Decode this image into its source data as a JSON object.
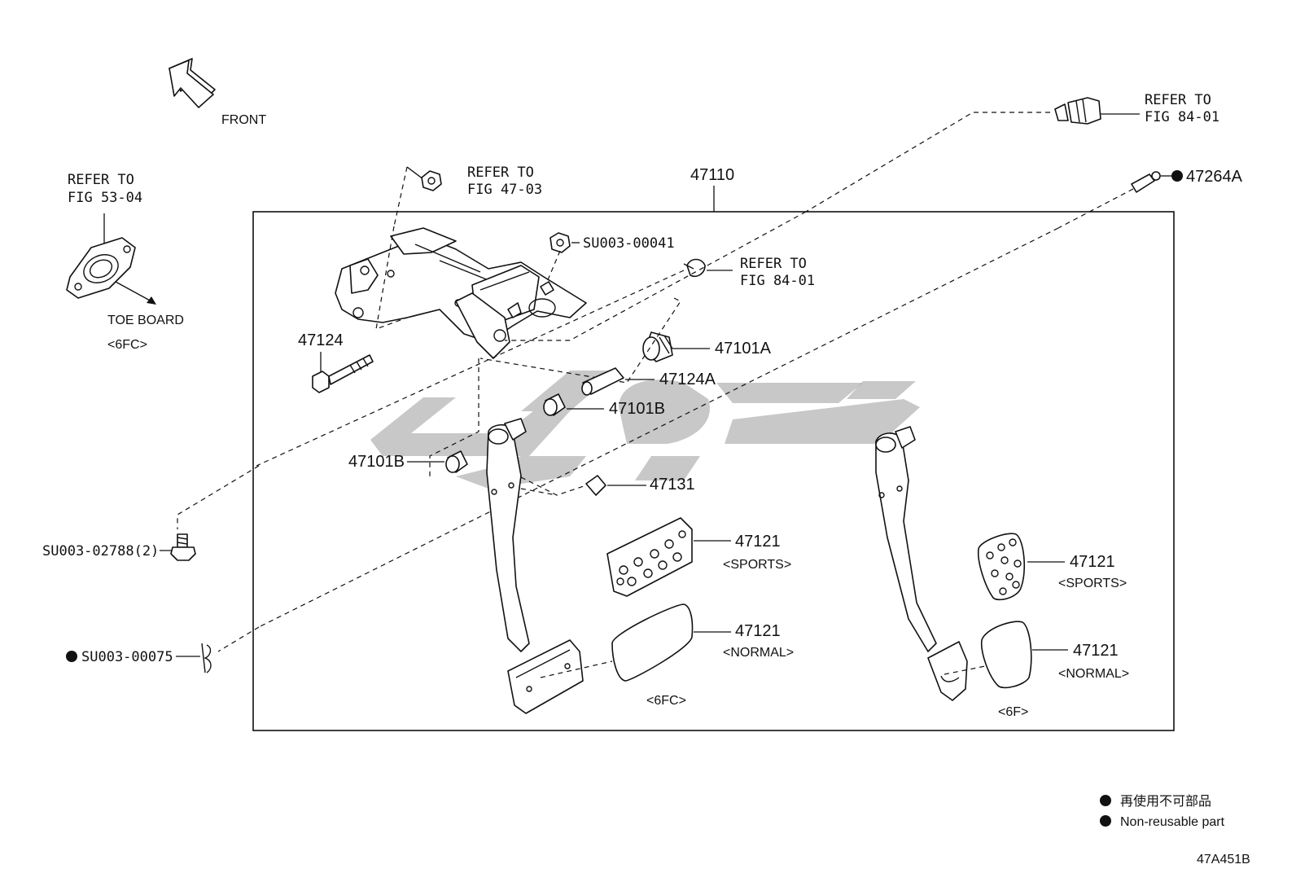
{
  "front_label": "FRONT",
  "refs": {
    "fig_53_04": [
      "REFER TO",
      "FIG 53-04"
    ],
    "fig_47_03": [
      "REFER TO",
      "FIG 47-03"
    ],
    "fig_84_01_top": [
      "REFER TO",
      "FIG 84-01"
    ],
    "fig_84_01_mid": [
      "REFER TO",
      "FIG 84-01"
    ]
  },
  "toe_board": {
    "label": "TOE BOARD",
    "variant": "<6FC>"
  },
  "assembly_number": "47110",
  "parts": {
    "p47264A": "47264A",
    "su003_00041": "SU003-00041",
    "p47101A": "47101A",
    "p47124": "47124",
    "p47124A": "47124A",
    "p47101B_a": "47101B",
    "p47101B_b": "47101B",
    "p47131": "47131",
    "su003_02788": "SU003-02788(2)",
    "su003_00075": "SU003-00075",
    "p47121_sports_left": "47121",
    "p47121_normal_left": "47121",
    "p47121_sports_right": "47121",
    "p47121_normal_right": "47121"
  },
  "variants": {
    "sports_left": "<SPORTS>",
    "normal_left": "<NORMAL>",
    "sports_right": "<SPORTS>",
    "normal_right": "<NORMAL>",
    "group_left": "<6FC>",
    "group_right": "<6F>"
  },
  "legend": {
    "jp": "再使用不可部品",
    "en": "Non-reusable part"
  },
  "figure_code": "47A451B",
  "colors": {
    "line": "#111111",
    "watermark": "#9a9a9a",
    "background": "#ffffff"
  }
}
